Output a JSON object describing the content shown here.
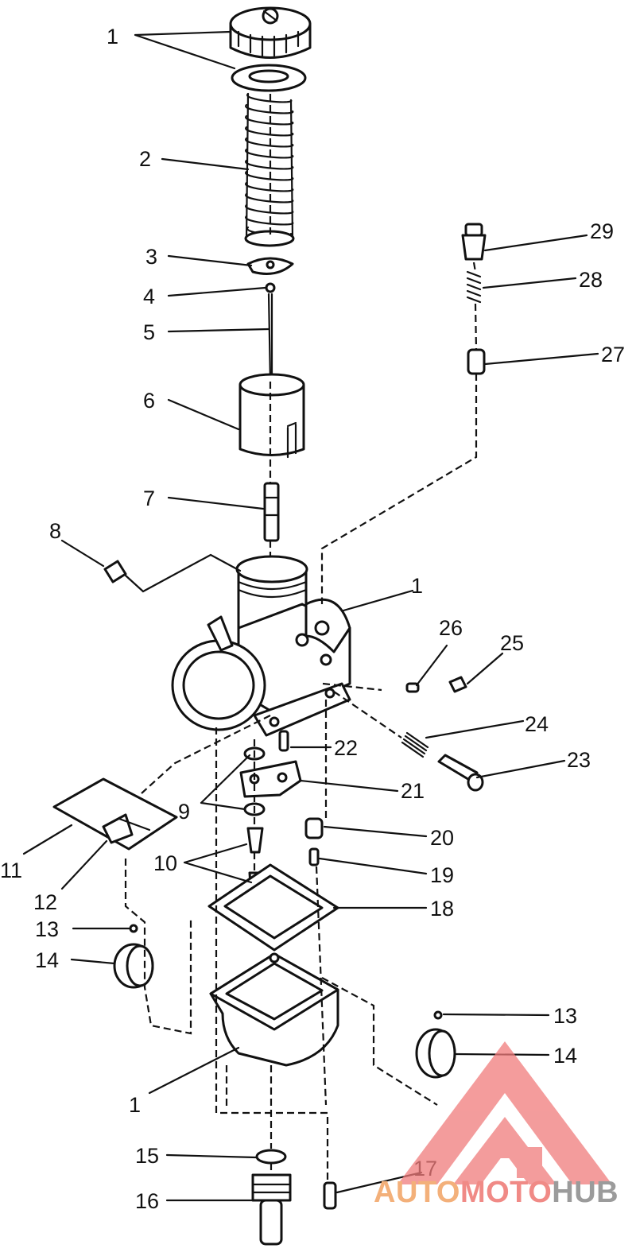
{
  "callouts": [
    "1",
    "1",
    "2",
    "3",
    "4",
    "5",
    "6",
    "7",
    "8",
    "1",
    "26",
    "25",
    "24",
    "23",
    "22",
    "21",
    "9",
    "20",
    "19",
    "18",
    "10",
    "11",
    "12",
    "13",
    "14",
    "13",
    "14",
    "1",
    "15",
    "16",
    "17",
    "27",
    "28",
    "29"
  ],
  "watermark": {
    "logo_icon": "triangle-a-logo",
    "text_part_a": "AUTO",
    "text_part_b": "MOTO",
    "text_part_c": "HUB",
    "colors": {
      "a": "#f3b07a",
      "b": "#f08a86",
      "c": "#9b9b9b",
      "mark": "#f07b7b"
    }
  }
}
